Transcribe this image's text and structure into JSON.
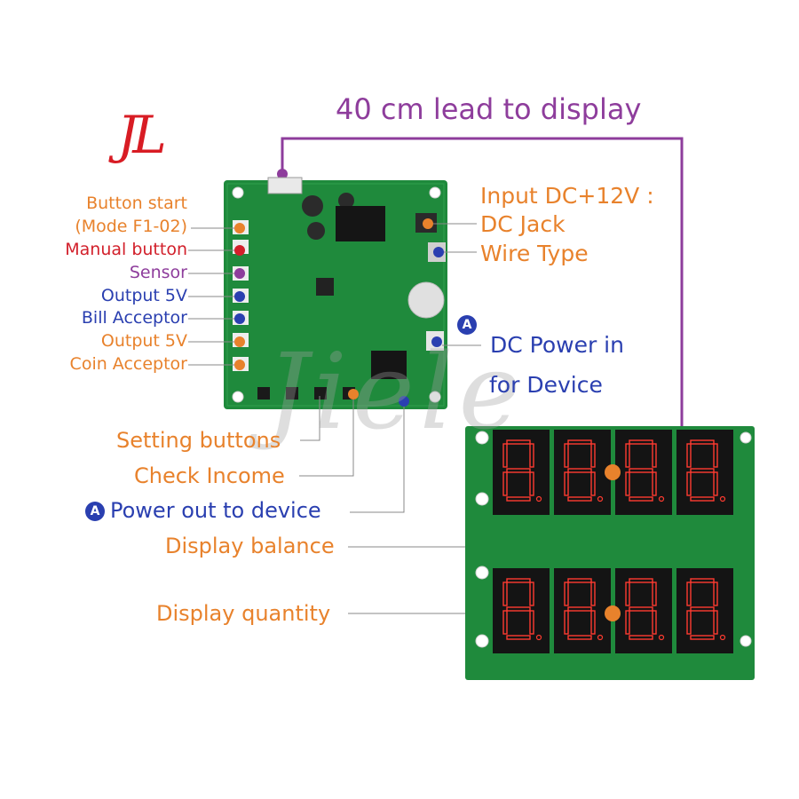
{
  "logo": {
    "text": "JL"
  },
  "watermark": {
    "text": "Jiele"
  },
  "title": "40 cm lead to display",
  "left_labels": {
    "button_start_line1": "Button start",
    "button_start_line2": "(Mode F1-02)",
    "manual_button": "Manual button",
    "sensor": "Sensor",
    "output_5v_a": "Output 5V",
    "bill_acceptor": "Bill Acceptor",
    "output_5v_b": "Output 5V",
    "coin_acceptor": "Coin Acceptor"
  },
  "right_labels": {
    "input_dc": "Input DC+12V :",
    "dc_jack": "DC Jack",
    "wire_type": "Wire Type",
    "dc_power_in": "DC Power in",
    "for_device": "for Device",
    "badge": "A"
  },
  "middle_labels": {
    "setting_buttons": "Setting buttons",
    "check_income": "Check Income",
    "power_out": "Power out to device",
    "display_balance": "Display balance",
    "display_quantity": "Display quantity",
    "badge": "A"
  },
  "colors": {
    "orange": "#e8822c",
    "red": "#d2202b",
    "purple": "#8e3d9c",
    "blue": "#2a3fb0",
    "pcb_green": "#1f8a3c",
    "led_red": "#ff3b30"
  }
}
